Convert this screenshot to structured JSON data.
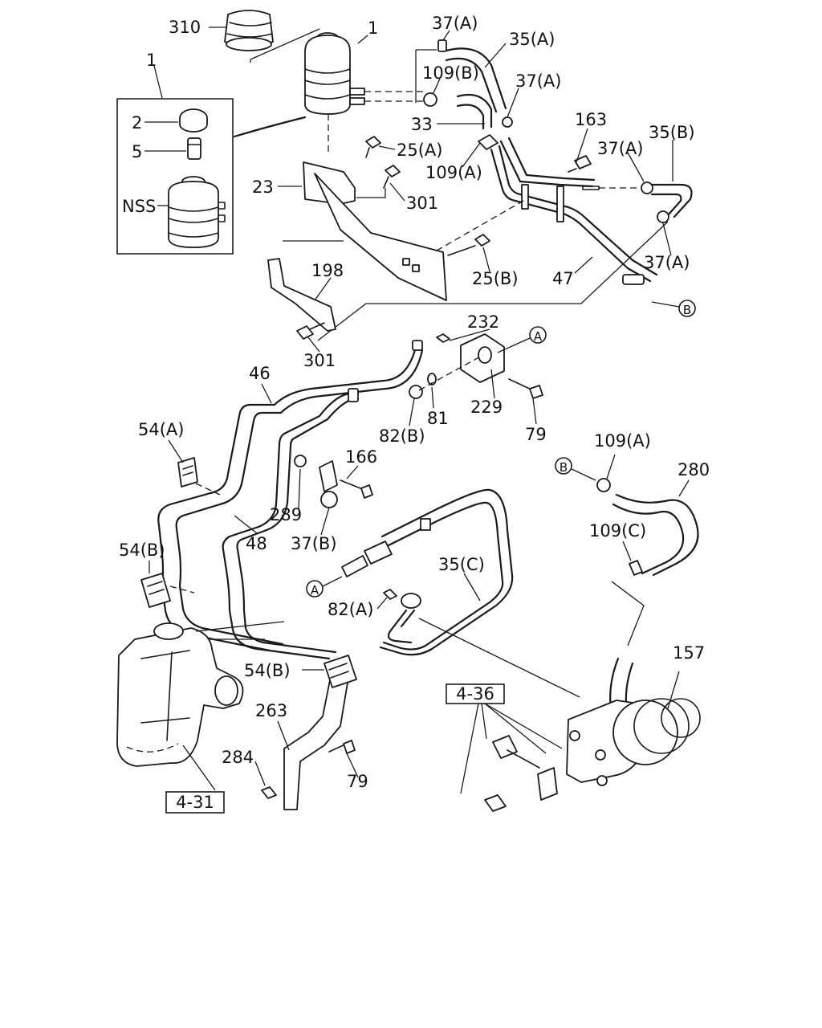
{
  "callouts": {
    "c310": "310",
    "c1_top": "1",
    "c1_box": "1",
    "c2": "2",
    "c5": "5",
    "cNSS": "NSS",
    "c37A_1": "37(A)",
    "c35A": "35(A)",
    "c109B": "109(B)",
    "c37A_2": "37(A)",
    "c33": "33",
    "c25A": "25(A)",
    "c109A_1": "109(A)",
    "c163": "163",
    "c37A_3": "37(A)",
    "c35B": "35(B)",
    "c23": "23",
    "c301_1": "301",
    "c25B": "25(B)",
    "c47": "47",
    "c37A_4": "37(A)",
    "c198": "198",
    "c301_2": "301",
    "c232": "232",
    "c46": "46",
    "c229": "229",
    "c81": "81",
    "c82B": "82(B)",
    "c79_1": "79",
    "c54A": "54(A)",
    "c166": "166",
    "c109A_2": "109(A)",
    "c280": "280",
    "c289": "289",
    "c48": "48",
    "c37B": "37(B)",
    "c109C": "109(C)",
    "c54B_1": "54(B)",
    "c35C": "35(C)",
    "c82A": "82(A)",
    "c157": "157",
    "c54B_2": "54(B)",
    "c263": "263",
    "c284": "284",
    "c79_2": "79"
  },
  "connectors": {
    "B_1": "B",
    "A_1": "A",
    "B_2": "B",
    "A_2": "A"
  },
  "references": {
    "ref_4_36": "4-36",
    "ref_4_31": "4-31"
  }
}
